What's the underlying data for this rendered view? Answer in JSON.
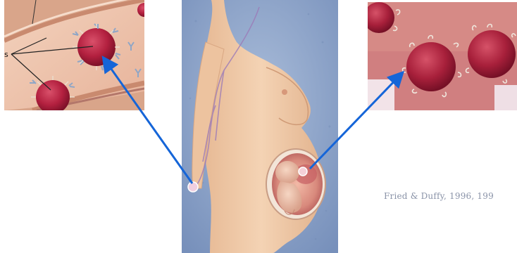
{
  "citation": "Fried & Duffy, 1996, 199",
  "left_inset": {
    "label": "s"
  },
  "colors": {
    "arrow": "#1565d8",
    "cell": "#b3203f",
    "skin": "#efc9a6",
    "background_blue": "#8aa3c9",
    "vessel_wall": "#e8b08f",
    "citation": "#8a93a8"
  },
  "icons": [
    "infected-red-cell",
    "antibody-y-shape",
    "blue-arrow"
  ]
}
